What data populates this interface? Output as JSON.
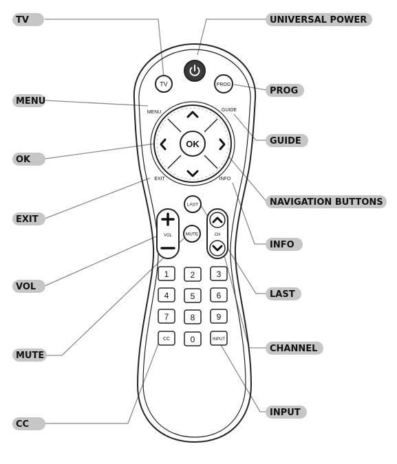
{
  "colors": {
    "label_fill": "#c6c6c6",
    "line": "#8a8a8a",
    "outline": "#222222",
    "button_fill": "#ffffff",
    "power_fill": "#3a3a3a"
  },
  "callouts": {
    "tv": "TV",
    "universal_power": "UNIVERSAL POWER",
    "menu": "MENU",
    "prog": "PROG",
    "guide": "GUIDE",
    "ok": "OK",
    "exit": "EXIT",
    "navigation": "NAVIGATION BUTTONS",
    "info": "INFO",
    "vol": "VOL",
    "last": "LAST",
    "mute": "MUTE",
    "channel": "CHANNEL",
    "input": "INPUT",
    "cc": "CC"
  },
  "remote": {
    "tv_key": "TV",
    "prog_key": "PROG",
    "menu_text": "MENU",
    "guide_text": "GUIDE",
    "exit_text": "EXIT",
    "info_text": "INFO",
    "ok_key": "OK",
    "last_key": "LAST",
    "mute_key": "MUTE",
    "vol_text": "VOL",
    "ch_text": "CH",
    "digits": [
      "1",
      "2",
      "3",
      "4",
      "5",
      "6",
      "7",
      "8",
      "9"
    ],
    "cc_key": "CC",
    "zero_key": "0",
    "input_key": "INPUT",
    "power_icon": "power-icon",
    "up_icon": "chevron-up-icon",
    "down_icon": "chevron-down-icon",
    "left_icon": "chevron-left-icon",
    "right_icon": "chevron-right-icon",
    "plus_icon": "plus-icon",
    "minus_icon": "minus-icon"
  }
}
